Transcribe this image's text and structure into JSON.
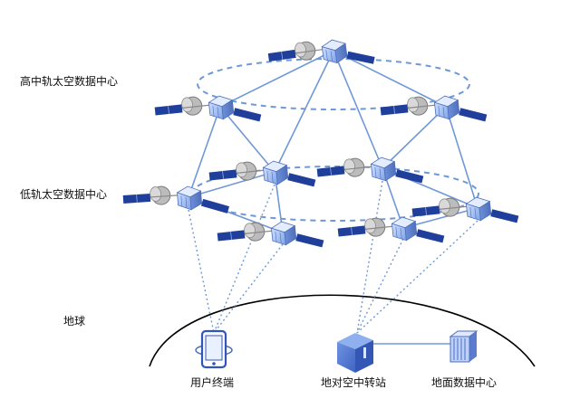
{
  "labels": {
    "high_orbit": "高中轨太空数据中心",
    "low_orbit": "低轨太空数据中心",
    "earth": "地球",
    "user_terminal": "用户终端",
    "ground_station": "地对空中转站",
    "ground_dc": "地面数据中心"
  },
  "colors": {
    "link": "#6f98d6",
    "orbit": "#6f98d6",
    "panel": "#1f3f9a",
    "module": "#7fa3e6",
    "earth_line": "#000000"
  },
  "icons": {
    "satellite": "satellite-icon",
    "terminal": "phone-icon",
    "station": "server-cube-icon",
    "datacenter": "container-icon"
  }
}
